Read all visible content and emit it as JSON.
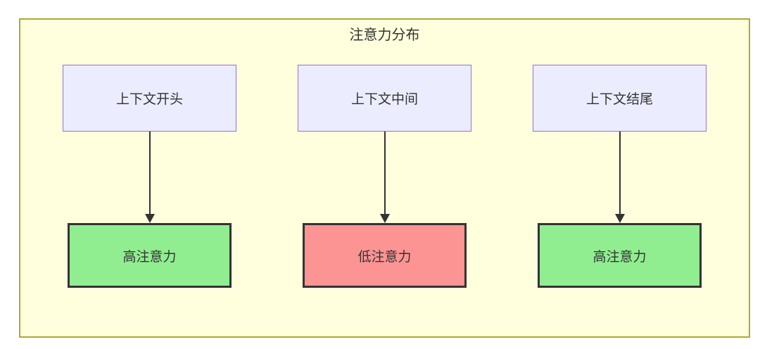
{
  "diagram": {
    "title": "注意力分布",
    "columns": [
      {
        "source": "上下文开头",
        "target": "高注意力",
        "target_type": "high"
      },
      {
        "source": "上下文中间",
        "target": "低注意力",
        "target_type": "low"
      },
      {
        "source": "上下文结尾",
        "target": "高注意力",
        "target_type": "high"
      }
    ],
    "colors": {
      "canvas_fill": "#ffffde",
      "canvas_border": "#aaaa33",
      "source_fill": "#ececff",
      "source_border": "#9370db",
      "high_attention_fill": "#90ee90",
      "low_attention_fill": "#fc9494",
      "target_border": "#333333",
      "text": "#333333",
      "arrow": "#333333"
    }
  }
}
